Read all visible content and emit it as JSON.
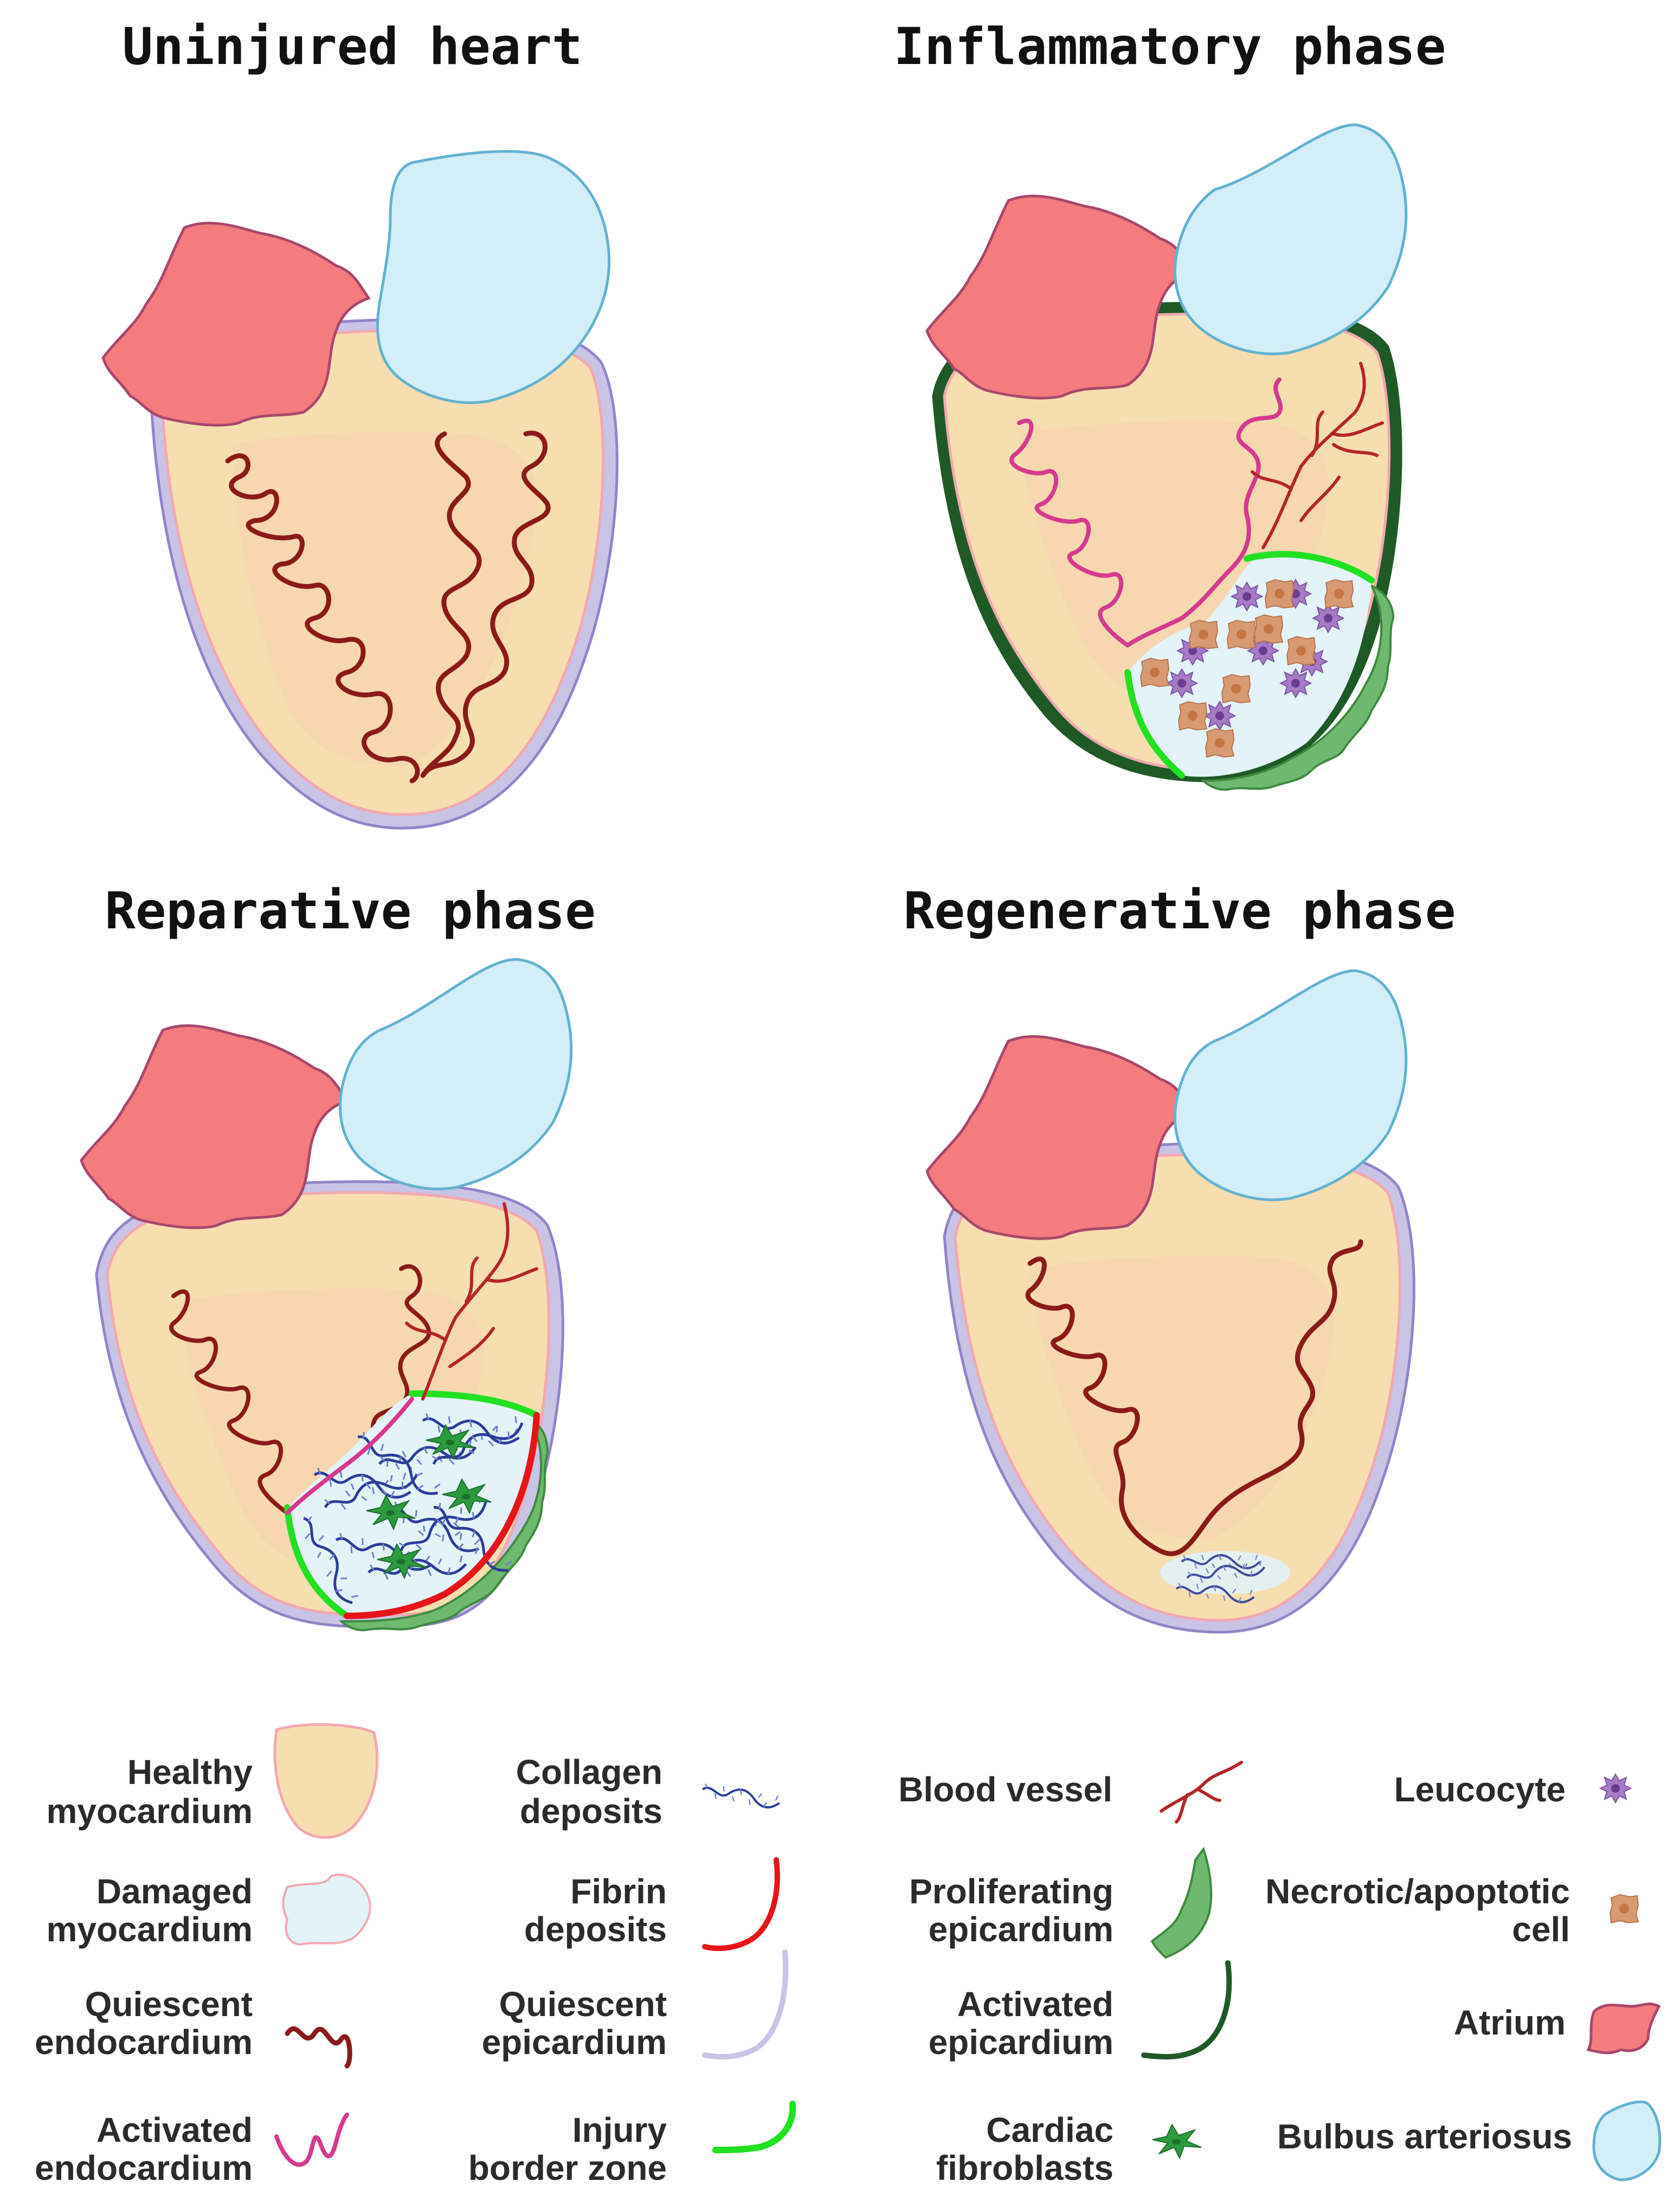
{
  "panels": [
    {
      "title": "Uninjured heart"
    },
    {
      "title": "Inflammatory phase"
    },
    {
      "title": "Reparative phase"
    },
    {
      "title": "Regenerative phase"
    }
  ],
  "legend": {
    "healthy_myocardium": [
      "Healthy",
      "myocardium"
    ],
    "damaged_myocardium": [
      "Damaged",
      "myocardium"
    ],
    "quiescent_endocardium": [
      "Quiescent",
      "endocardium"
    ],
    "activated_endocardium": [
      "Activated",
      "endocardium"
    ],
    "collagen_deposits": [
      "Collagen",
      "deposits"
    ],
    "fibrin_deposits": [
      "Fibrin",
      "deposits"
    ],
    "quiescent_epicardium": [
      "Quiescent",
      "epicardium"
    ],
    "injury_border_zone": [
      "Injury",
      "border zone"
    ],
    "blood_vessel": [
      "Blood vessel"
    ],
    "proliferating_epicardium": [
      "Proliferating",
      "epicardium"
    ],
    "activated_epicardium": [
      "Activated",
      "epicardium"
    ],
    "cardiac_fibroblasts": [
      "Cardiac",
      "fibroblasts"
    ],
    "leucocyte": [
      "Leucocyte"
    ],
    "necrotic_cell": [
      "Necrotic/apoptotic",
      "cell"
    ],
    "atrium": [
      "Atrium"
    ],
    "bulbus_arteriosus": [
      "Bulbus arteriosus"
    ]
  },
  "colors": {
    "myocardium": "#f7deb0",
    "inner_lumen": "#f5d5b0",
    "myocardium_stroke": "#f2a9b0",
    "quiescent_epicardium": "#c9c3e6",
    "quiescent_endocardium": "#8b1a1a",
    "activated_endocardium": "#d63a8f",
    "atrium": "#f47c7e",
    "atrium_stroke": "#a8486d",
    "bulbus": "#d3eef7",
    "bulbus_stroke": "#63b2cf",
    "damaged": "#e3f3f8",
    "border_zone": "#22e022",
    "fibrin": "#e8141b",
    "epicardium_green": "#6fb86f",
    "activated_epicardium": "#1f5a26",
    "collagen": "#2c3d9c",
    "leucocyte": "#a57bc4",
    "necrotic": "#d89a72",
    "vessel": "#b5252a",
    "fibroblast": "#2d9a3f"
  }
}
